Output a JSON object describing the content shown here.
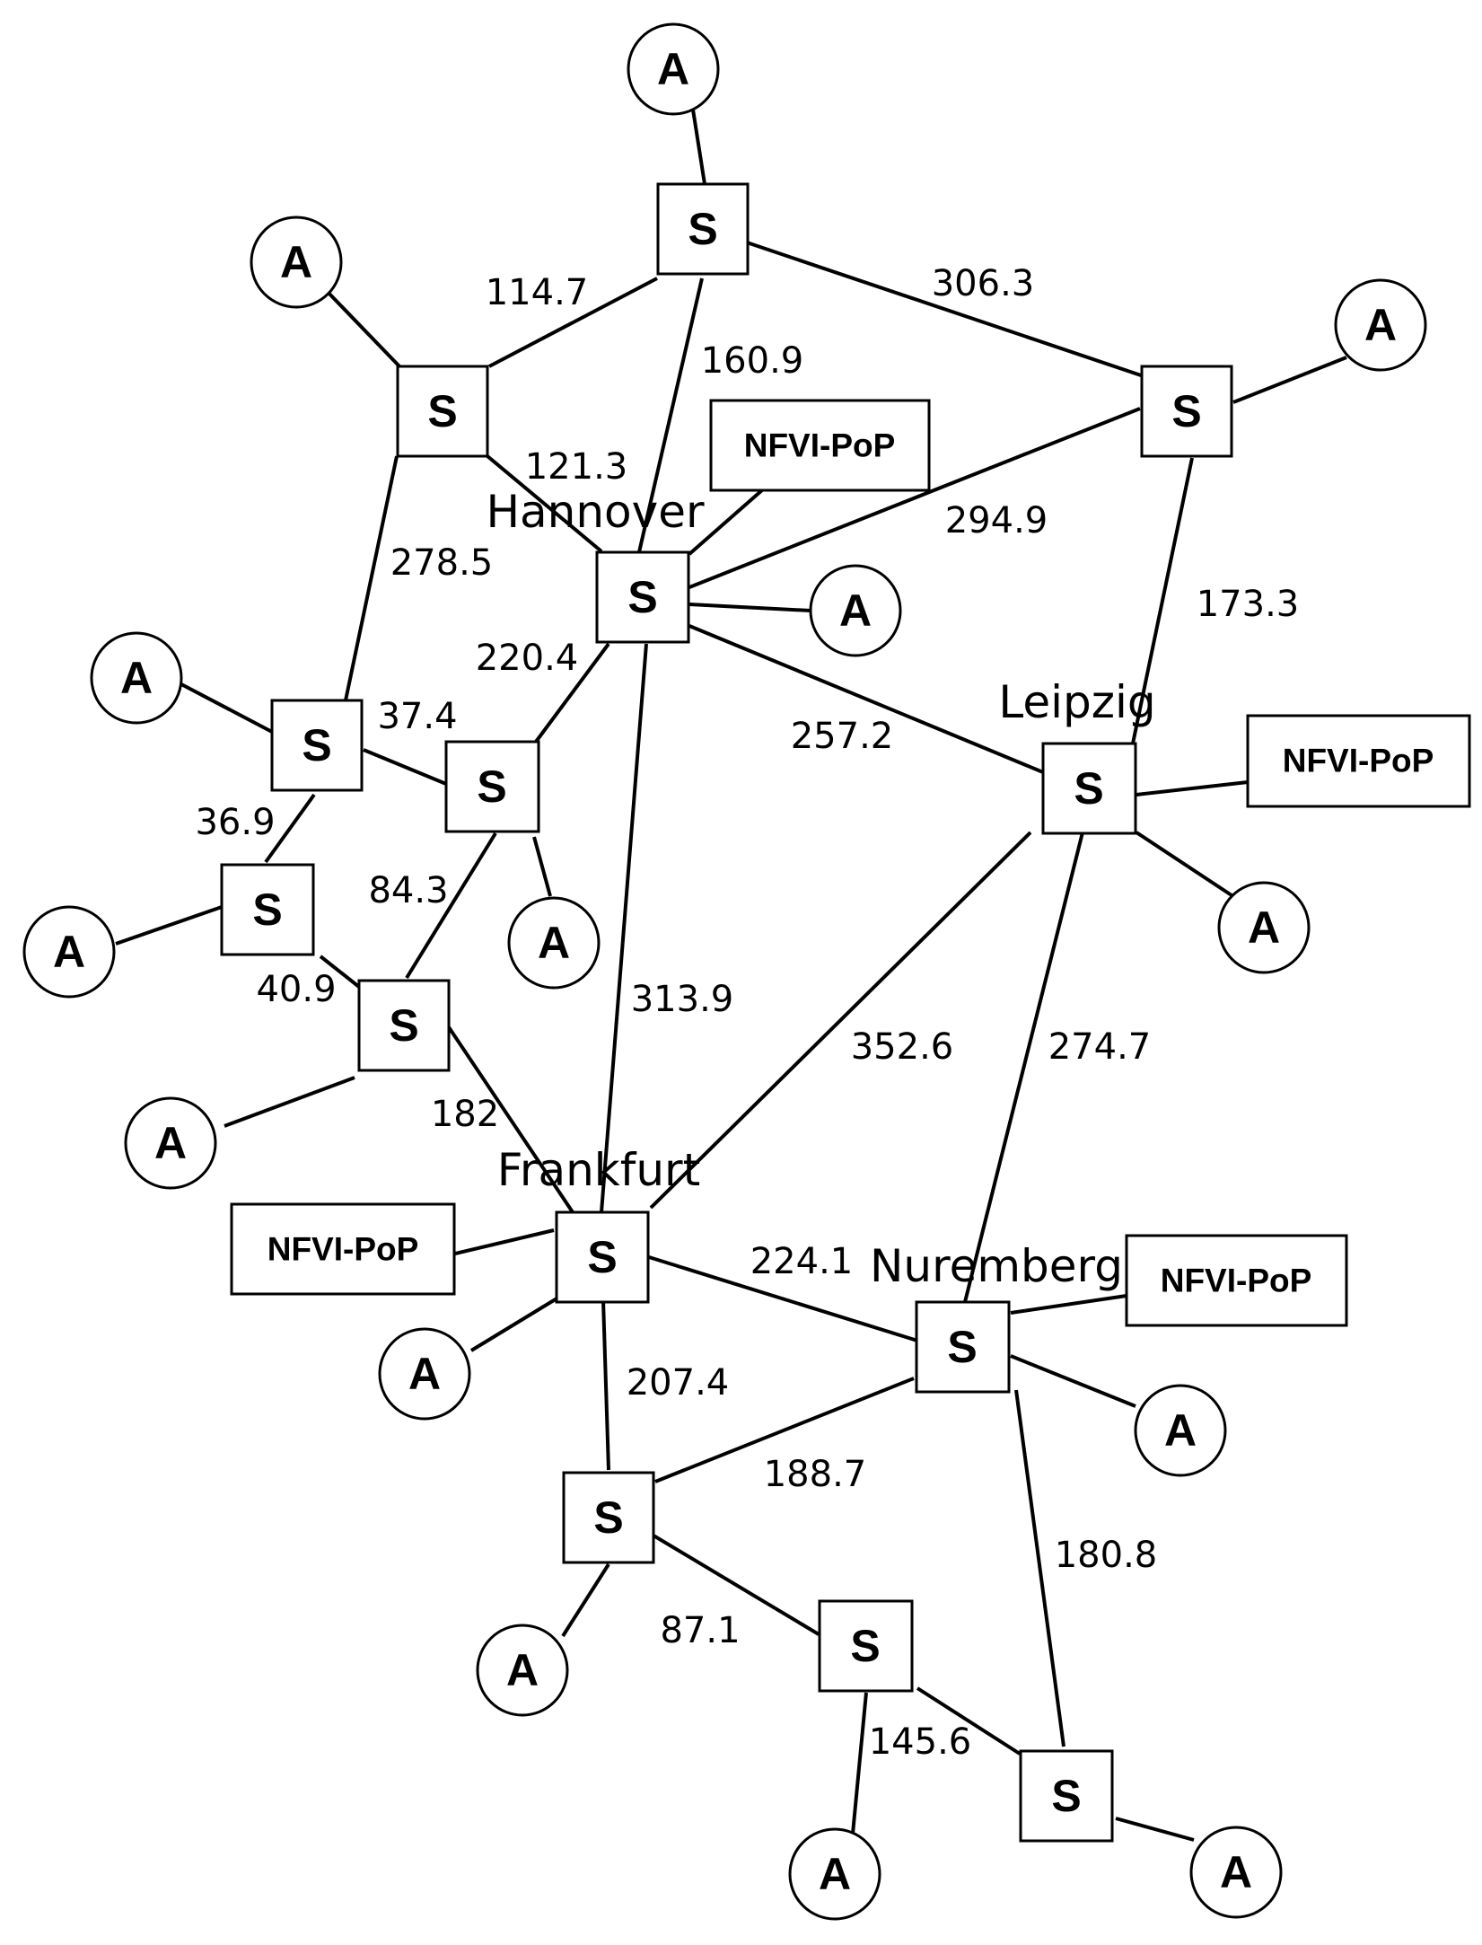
{
  "switch_letter": "S",
  "access_letter": "A",
  "pop_label": "NFVI-PoP",
  "cities": {
    "hannover": "Hannover",
    "leipzig": "Leipzig",
    "frankfurt": "Frankfurt",
    "nuremberg": "Nuremberg"
  },
  "edge_weights": {
    "top_nw": "114.7",
    "top_ne": "306.3",
    "top_hannover": "160.9",
    "nw_hannover": "121.3",
    "ne_hannover": "294.9",
    "nw_w": "278.5",
    "ne_leipzig": "173.3",
    "hannover_c": "220.4",
    "w_c": "37.4",
    "hannover_leipzig": "257.2",
    "w_sw": "36.9",
    "c_s": "84.3",
    "sw_s": "40.9",
    "hannover_frankfurt": "313.9",
    "leipzig_frankfurt": "352.6",
    "leipzig_nuremberg": "274.7",
    "s_frankfurt": "182",
    "frankfurt_nuremberg": "224.1",
    "frankfurt_south": "207.4",
    "south_nuremberg": "188.7",
    "nuremberg_se": "180.8",
    "south_bottom": "87.1",
    "bottom_se": "145.6"
  }
}
